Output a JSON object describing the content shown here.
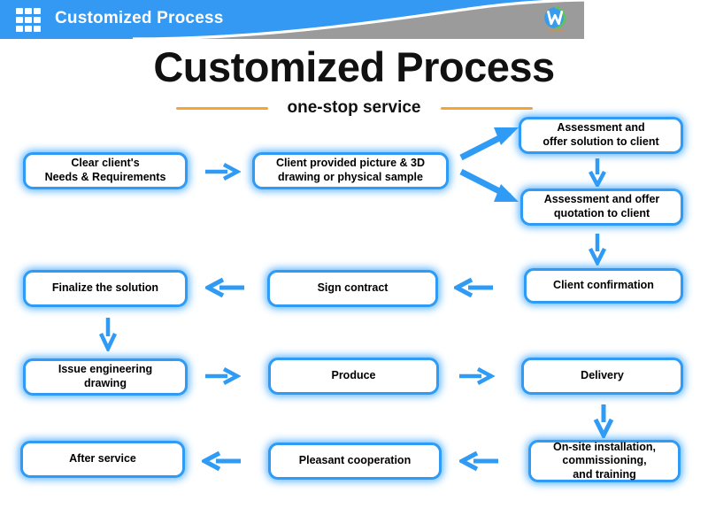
{
  "header": {
    "title": "Customized Process",
    "grid_icon": "grid-icon",
    "logo_icon": "company-logo-icon",
    "bar_color": "#3399f3",
    "swoosh_color": "#9b9b9b"
  },
  "title_block": {
    "title": "Customized Process",
    "subtitle": "one-stop service",
    "rule_color": "#f5a532"
  },
  "theme": {
    "node_border": "#2f9bf5",
    "node_fill": "#ffffff",
    "arrow_color": "#2f9bf5",
    "page_background": "#ffffff"
  },
  "flow": {
    "nodes": [
      {
        "id": "clear-needs",
        "label": "Clear client's\nNeeds & Requirements"
      },
      {
        "id": "client-provided",
        "label": "Client provided picture & 3D\ndrawing or physical sample"
      },
      {
        "id": "assessment-solution",
        "label": "Assessment and\noffer solution to client"
      },
      {
        "id": "assessment-quotation",
        "label": "Assessment and offer\nquotation to client"
      },
      {
        "id": "client-confirmation",
        "label": "Client confirmation"
      },
      {
        "id": "sign-contract",
        "label": "Sign contract"
      },
      {
        "id": "finalize-solution",
        "label": "Finalize the solution"
      },
      {
        "id": "issue-engineering",
        "label": "Issue engineering\ndrawing"
      },
      {
        "id": "produce",
        "label": "Produce"
      },
      {
        "id": "delivery",
        "label": "Delivery"
      },
      {
        "id": "onsite-installation",
        "label": "On-site installation,\ncommissioning,\nand training"
      },
      {
        "id": "pleasant-cooperation",
        "label": "Pleasant cooperation"
      },
      {
        "id": "after-service",
        "label": "After service"
      }
    ],
    "connectors": [
      {
        "id": "arrow-right-needs-to-provided",
        "direction": "right"
      },
      {
        "id": "arrow-diagonal-up-to-solution",
        "direction": "up-right"
      },
      {
        "id": "arrow-diagonal-down-to-quotation",
        "direction": "down-right"
      },
      {
        "id": "arrow-down-solution-to-quotation",
        "direction": "down"
      },
      {
        "id": "arrow-down-quotation-to-confirmation",
        "direction": "down"
      },
      {
        "id": "arrow-left-confirmation-to-sign",
        "direction": "left"
      },
      {
        "id": "arrow-left-sign-to-finalize",
        "direction": "left"
      },
      {
        "id": "arrow-down-finalize-to-issue",
        "direction": "down"
      },
      {
        "id": "arrow-right-issue-to-produce",
        "direction": "right"
      },
      {
        "id": "arrow-right-produce-to-delivery",
        "direction": "right"
      },
      {
        "id": "arrow-down-delivery-to-onsite",
        "direction": "down"
      },
      {
        "id": "arrow-left-onsite-to-pleasant",
        "direction": "left"
      },
      {
        "id": "arrow-left-pleasant-to-after",
        "direction": "left"
      }
    ]
  }
}
